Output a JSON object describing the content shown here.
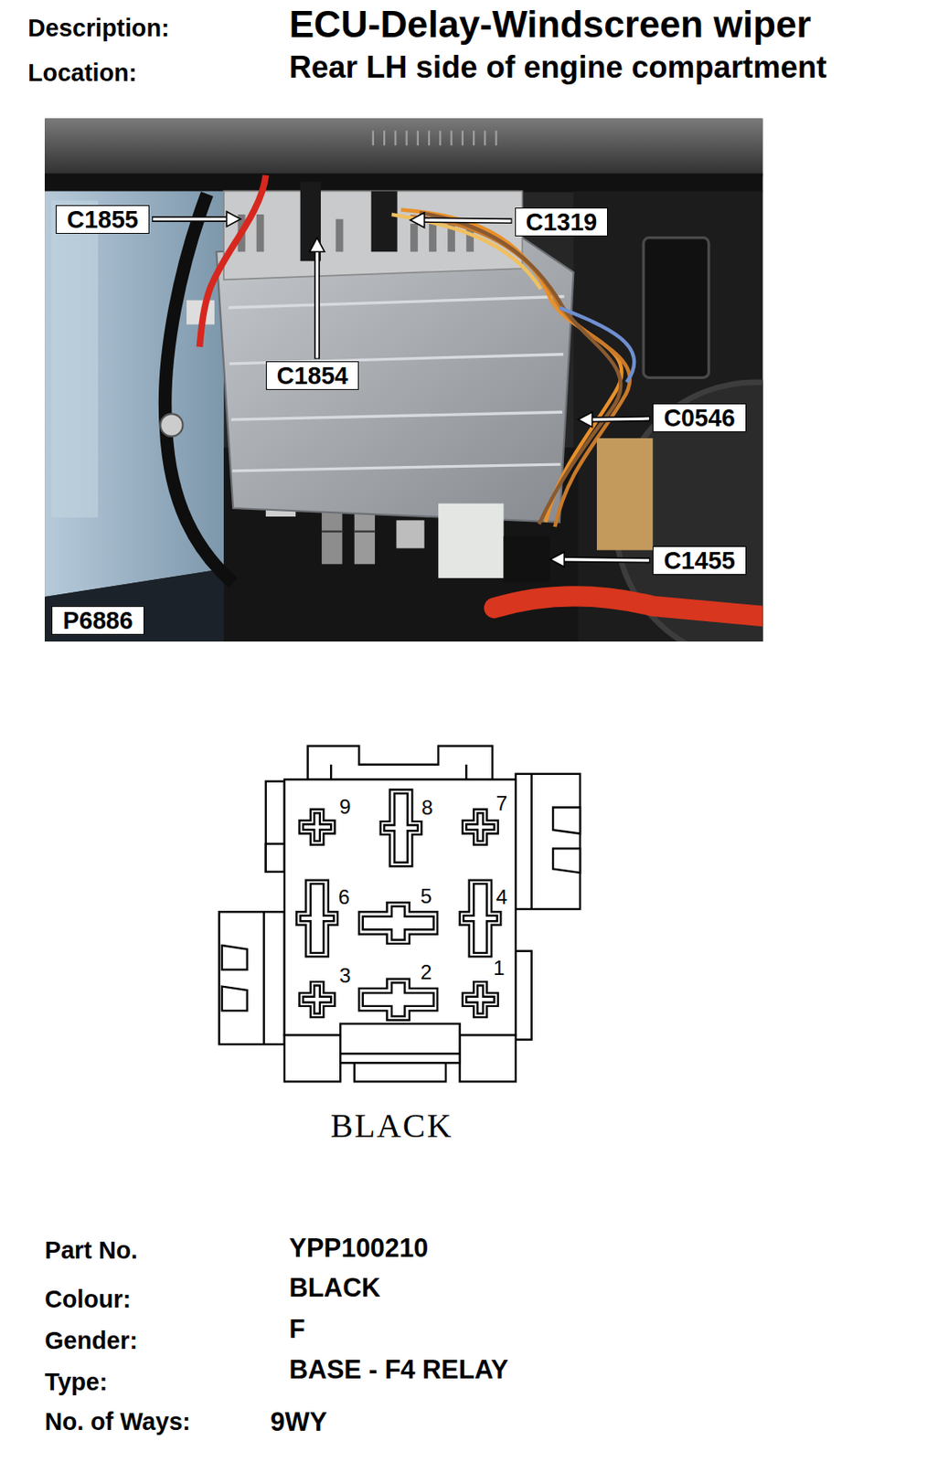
{
  "diagram": {
    "nodes": [
      {
        "text": [
          "C1855"
        ]
      },
      {
        "text": [
          "C1319"
        ]
      },
      {
        "text": [
          "C1854"
        ]
      },
      {
        "text": [
          "C0546"
        ]
      },
      {
        "text": [
          "C1455"
        ]
      },
      {
        "text": [
          "P6886"
        ]
      }
    ],
    "labels": [
      "Description:",
      "ECU-Delay-Windscreen wiper",
      "Location:",
      "Rear LH side of engine compartment",
      "9",
      "8",
      "7",
      "6",
      "5",
      "4",
      "3",
      "2",
      "1",
      "BLACK",
      "Part No.",
      "YPP100210",
      "Colour:",
      "BLACK",
      "Gender:",
      "F",
      "Type:",
      "BASE - F4 RELAY",
      "No. of Ways:",
      "9WY"
    ]
  }
}
